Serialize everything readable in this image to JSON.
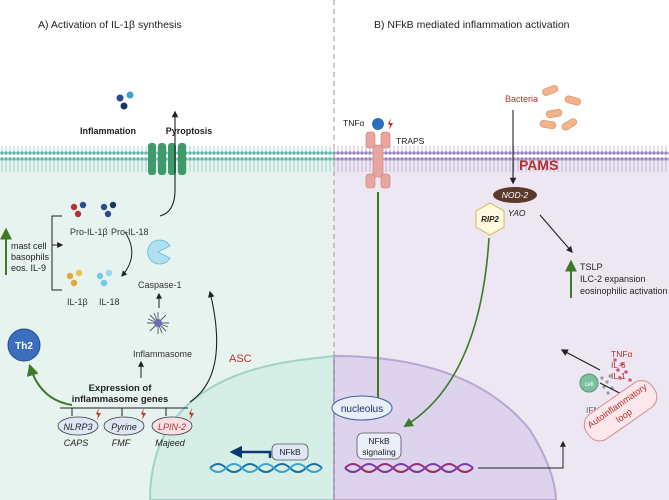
{
  "panel_a": {
    "title": "A) Activation of IL-1β synthesis",
    "inflammation": "Inflammation",
    "pyroptosis": "Pyroptosis",
    "pro_il1b": "Pro-IL-1β",
    "pro_il18": "Pro-IL-18",
    "il1b": "IL-1β",
    "il18": "IL-18",
    "caspase": "Caspase-1",
    "inflammasome": "Inflammasome",
    "asc": "ASC",
    "cells": [
      "mast cell",
      "basophils",
      "eos. IL-9"
    ],
    "th2": "Th2",
    "expression": [
      "Expression of",
      "inflammasome genes"
    ],
    "genes": [
      {
        "gene": "NLRP3",
        "disease": "CAPS"
      },
      {
        "gene": "Pyrine",
        "disease": "FMF"
      },
      {
        "gene": "LPIN-2",
        "disease": "Majeed"
      }
    ],
    "nfkb": "NFkB"
  },
  "panel_b": {
    "title": "B) NFkB mediated inflammation activation",
    "tnfa": "TNFα",
    "traps": "TRAPS",
    "bacteria": "Bacteria",
    "pams": "PAMS",
    "nod2": "NOD-2",
    "yao": "YAO",
    "rip2": "RIP2",
    "outcomes": [
      "TSLP",
      "ILC-2 expansion",
      "eosinophilic activation"
    ],
    "nucleolus": "nucleolus",
    "signaling": [
      "NFkB",
      "signaling"
    ],
    "cytokines": [
      "TNFα",
      "IL-6",
      "IL-1"
    ],
    "cell_label": "cell",
    "ifn": "IFN-γ",
    "loop": [
      "Autoinflammatory",
      "loop"
    ]
  },
  "colors": {
    "cyto_left": "#e6f3ef",
    "cyto_right": "#ebe6f2",
    "membrane": "#9fd3cd",
    "nucleus": "#d8f0e8",
    "red_label": "#b5322d",
    "green_arrow": "#3d7a24",
    "dark_blue_arrow": "#0c3a73"
  }
}
